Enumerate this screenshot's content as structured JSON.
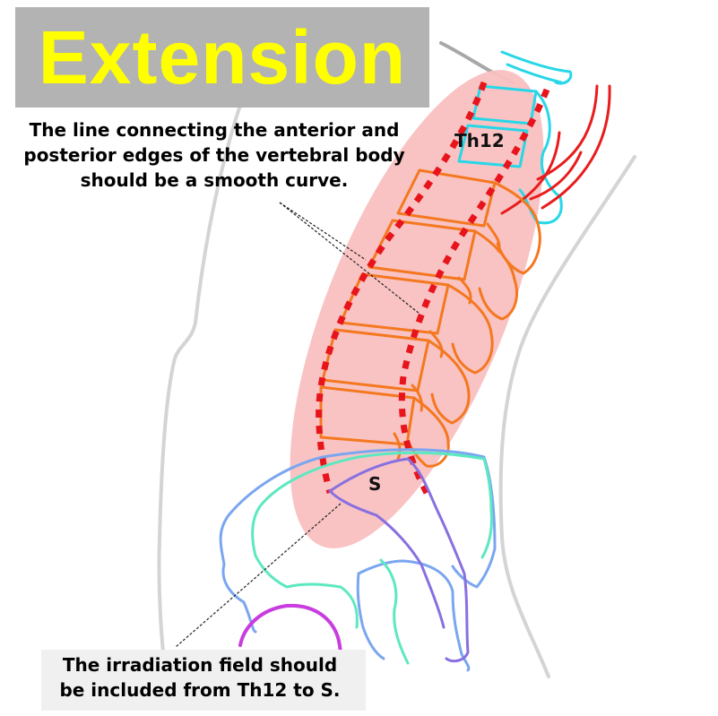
{
  "title": "Extension",
  "caption_top": [
    "The line connecting the anterior and",
    "posterior edges of the vertebral body",
    "should be a smooth curve."
  ],
  "caption_bottom": [
    "The irradiation field should",
    "be included from Th12 to S."
  ],
  "labels": {
    "th12": "Th12",
    "s": "S"
  },
  "colors": {
    "title_text": "#ffff00",
    "title_bg": "#b3b3b3",
    "field": "#f9c0c0",
    "lumbar_vertebrae": "#f47820",
    "thoracic_vertebrae": "#27d7e8",
    "ribs": "#e81c1c",
    "alignment_line": "#e8141c",
    "sacrum": "#8870e0",
    "pelvis_outer": "#7aa6f0",
    "pelvis_inner": "#5ce8c0",
    "femoral_head": "#c83ce0",
    "body_outline": "#d4d4d4"
  }
}
